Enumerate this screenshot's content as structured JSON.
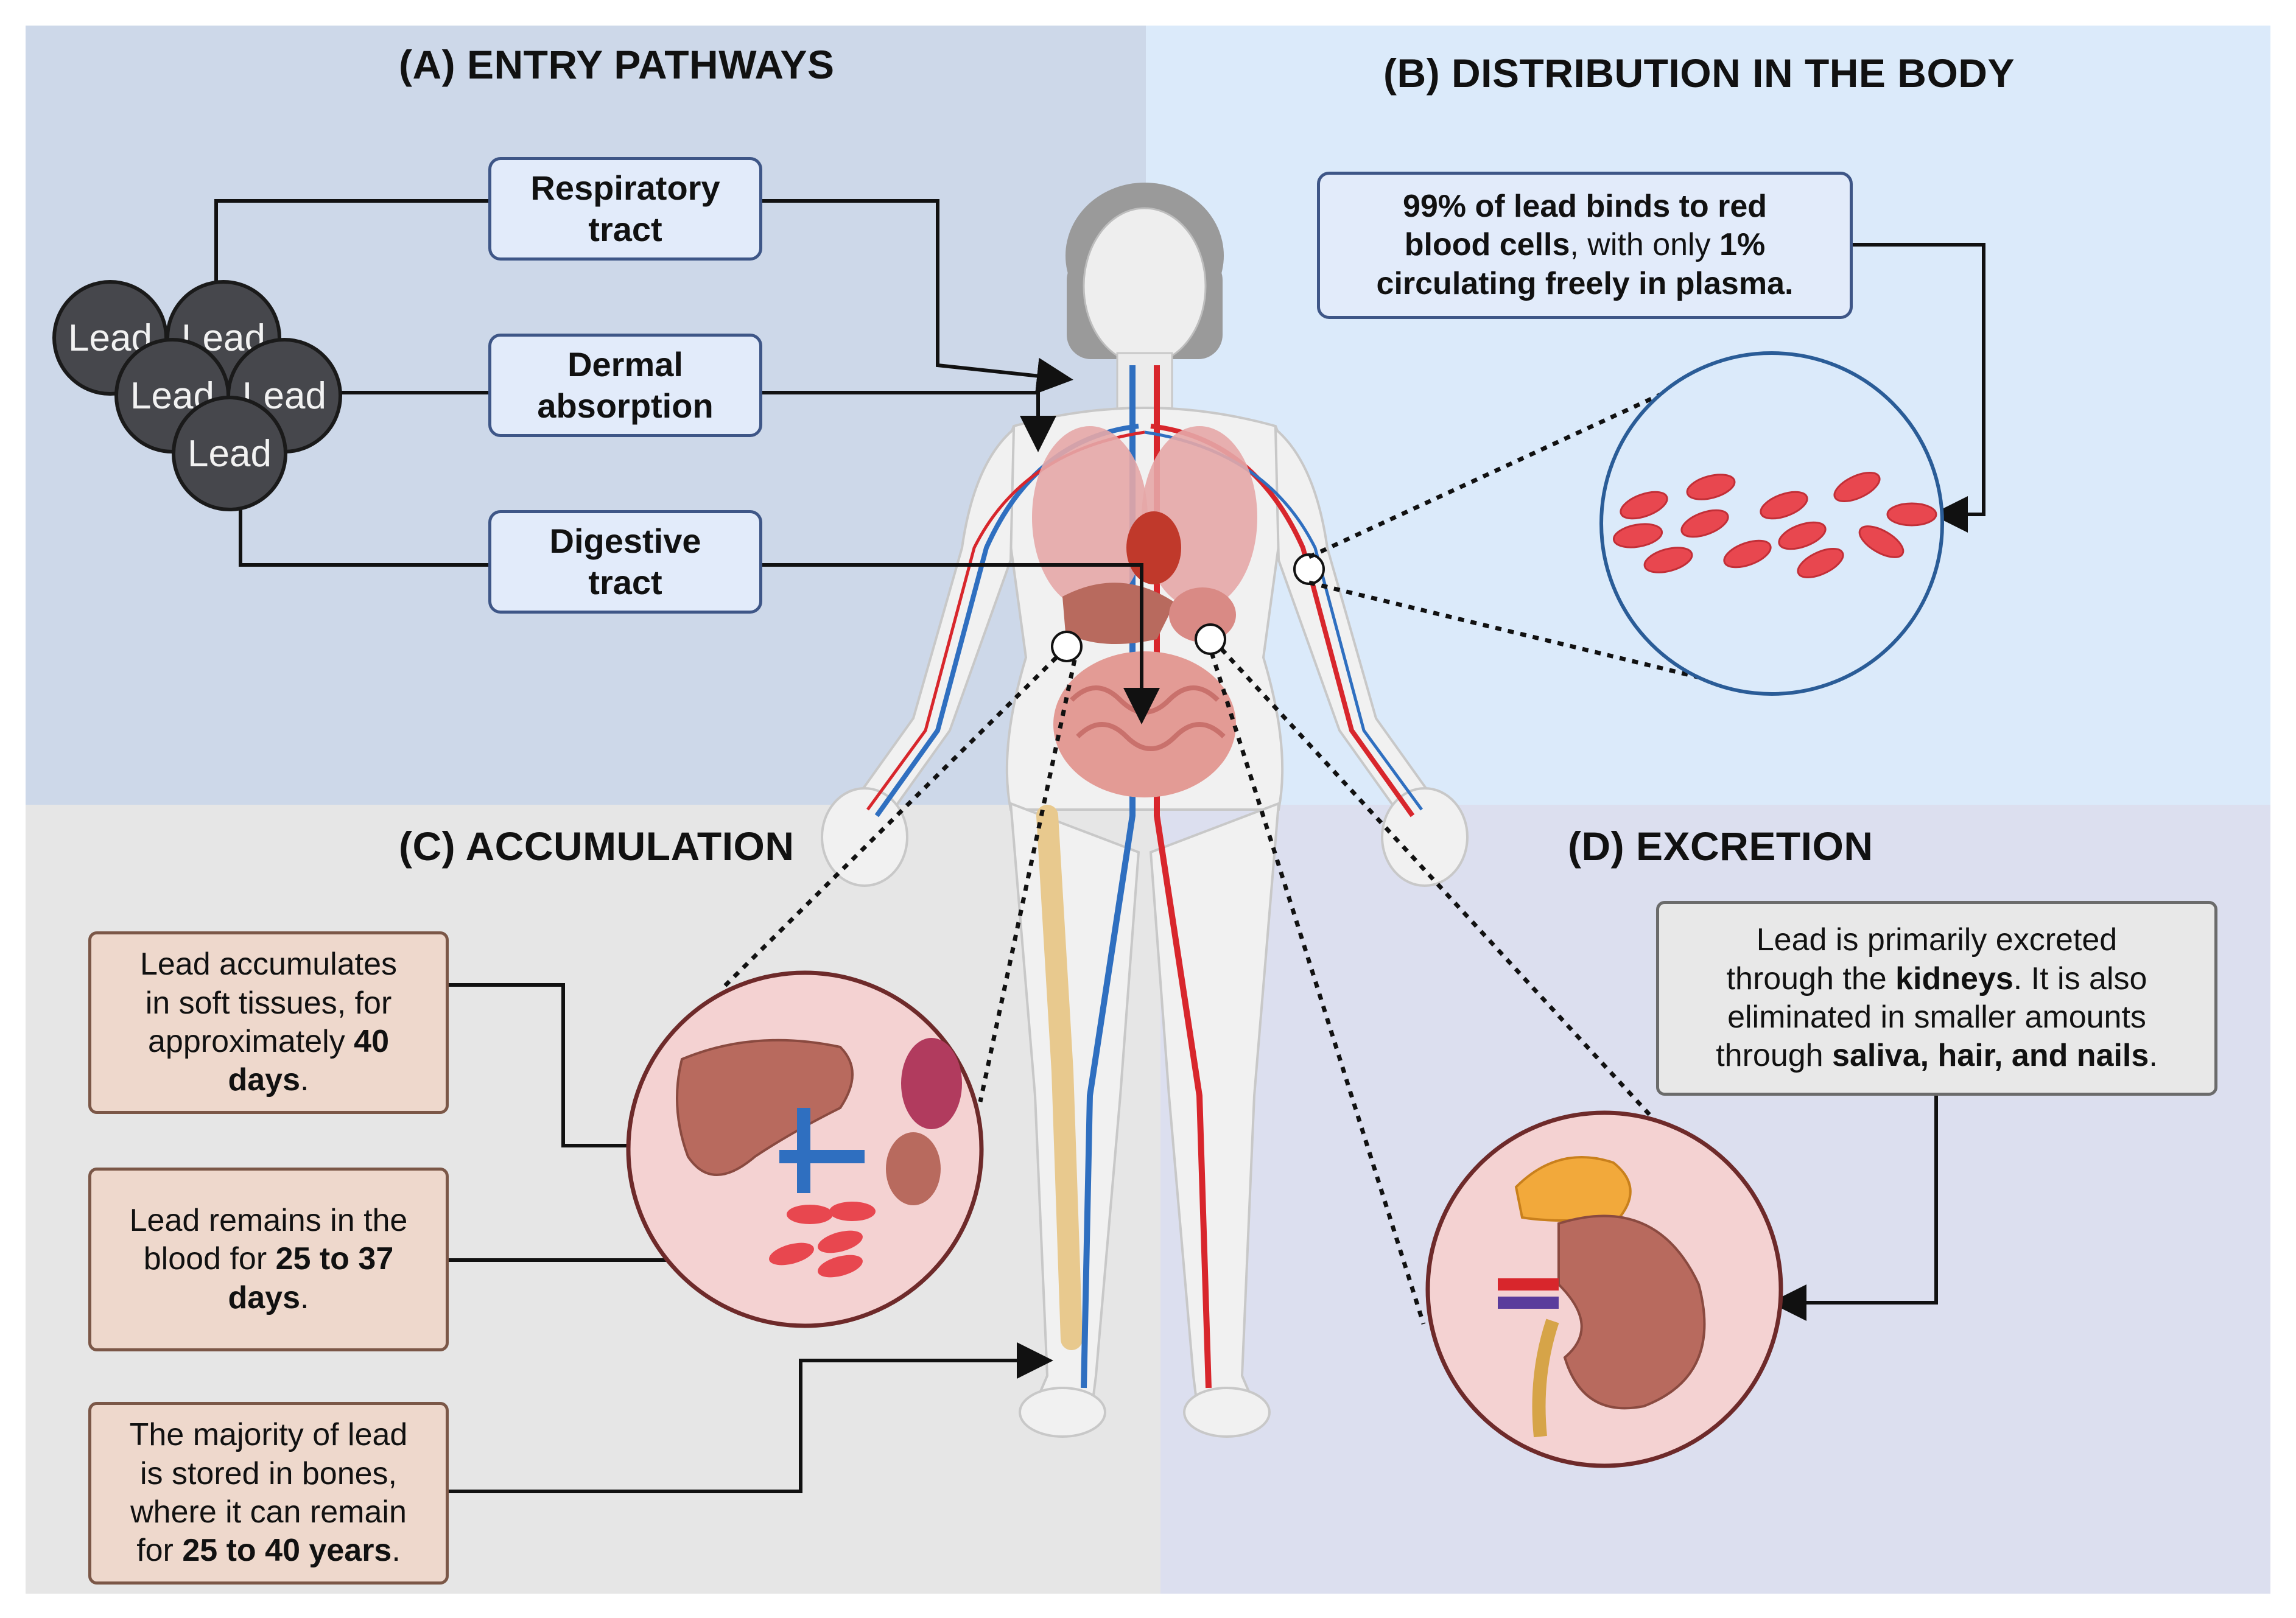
{
  "panels": {
    "a": {
      "title": "(A) ENTRY PATHWAYS",
      "bg": "#cdd8e9"
    },
    "b": {
      "title": "(B) DISTRIBUTION IN THE BODY",
      "bg": "#dbeafa"
    },
    "c": {
      "title": "(C) ACCUMULATION",
      "bg": "#e6e6e6"
    },
    "d": {
      "title": "(D) EXCRETION",
      "bg": "#dcdfef"
    }
  },
  "lead_label": "Lead",
  "entry": {
    "respiratory": {
      "line1": "Respiratory",
      "line2": "tract"
    },
    "dermal": {
      "line1": "Dermal",
      "line2": "absorption"
    },
    "digestive": {
      "line1": "Digestive",
      "line2": "tract"
    }
  },
  "distribution": {
    "b1": "99% of lead binds to red",
    "b2": "blood cells",
    "n1": ", with only ",
    "b3": "1%",
    "b4": "circulating freely in plasma."
  },
  "accumulation": {
    "soft": {
      "n1": "Lead accumulates",
      "n2": "in soft tissues, for",
      "n3": "approximately ",
      "b1": "40",
      "b2": "days",
      "n4": "."
    },
    "blood": {
      "n1": "Lead remains in the",
      "n2": "blood for ",
      "b1": "25 to 37",
      "b2": "days",
      "n3": "."
    },
    "bones": {
      "n1": "The majority of lead",
      "n2": "is stored in bones,",
      "n3": "where it can remain",
      "n4": "for ",
      "b1": "25 to 40 years",
      "n5": "."
    }
  },
  "excretion": {
    "n1": "Lead is primarily excreted",
    "n2": "through the ",
    "b1": "kidneys",
    "n3": ". It is also",
    "n4": "eliminated in smaller amounts",
    "n5": "through ",
    "b2": "saliva, hair, and nails",
    "n6": "."
  },
  "colors": {
    "entry_border": "#3e5687",
    "accumulation_border": "#7b5747",
    "excretion_border": "#6b6b6b",
    "vein": "#2f6fc0",
    "artery": "#d8262c",
    "rbc": "#e8474f",
    "bone": "#e8c98e",
    "organ": "#d98a85"
  }
}
